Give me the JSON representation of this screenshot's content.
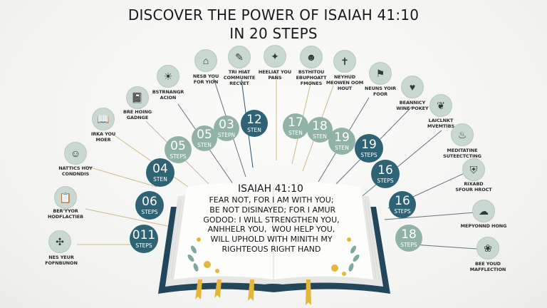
{
  "title": {
    "line1": "DISCOVER THE POWER OF ISAIAH 41:10",
    "line2": "IN 20 STEPS"
  },
  "verse": {
    "reference": "ISAIAH 41:10",
    "lines": [
      "FEAR NOT, FOR I AM WITH YOU;",
      " BE NOT DISINAYED; FOR I AMUR",
      "GODOD: I WILL STRENGTHEN YOU,",
      "ANHHELR YOU,  WOU HELP YOU,",
      "WILL UPHOLD WITH MINITH MY",
      "RIGHTEOUS RIGHT HAND"
    ]
  },
  "colors": {
    "dark_teal": "#2d6375",
    "sage": "#90b3a6",
    "icon_bg": "#c9d8d0",
    "gold": "#e3b838",
    "book_cover": "#23465a"
  },
  "steps": [
    {
      "num": "011",
      "unit": "STEPS",
      "style": "dark"
    },
    {
      "num": "06",
      "unit": "STEPS",
      "style": "dark"
    },
    {
      "num": "04",
      "unit": "STEN",
      "style": "dark"
    },
    {
      "num": "05",
      "unit": "STEPS",
      "style": "light"
    },
    {
      "num": "05",
      "unit": "STEN",
      "style": "light"
    },
    {
      "num": "03",
      "unit": "STEPN",
      "style": "light"
    },
    {
      "num": "12",
      "unit": "STEN",
      "style": "dark"
    },
    {
      "num": "17",
      "unit": "STEN",
      "style": "light"
    },
    {
      "num": "18",
      "unit": "STEN",
      "style": "light"
    },
    {
      "num": "19",
      "unit": "STEN",
      "style": "light"
    },
    {
      "num": "19",
      "unit": "STEPS",
      "style": "dark"
    },
    {
      "num": "16",
      "unit": "STEPS",
      "style": "dark"
    },
    {
      "num": "16",
      "unit": "STEPS",
      "style": "dark"
    },
    {
      "num": "18",
      "unit": "STEPS",
      "style": "light"
    }
  ],
  "icons": [
    {
      "icon": "compass-icon",
      "glyph": "✣",
      "label": "NES YEUR\nFOFNBUNON"
    },
    {
      "icon": "clipboard-icon",
      "glyph": "📋",
      "label": "BER'YYOR\nHODFLACTIEB"
    },
    {
      "icon": "praying-person-icon",
      "glyph": "☺",
      "label": "NATTICS HOY\nCONDNDIS"
    },
    {
      "icon": "open-book-icon",
      "glyph": "📖",
      "label": "IRKA YOU\nMOER"
    },
    {
      "icon": "journal-icon",
      "glyph": "📓",
      "label": "BRE HOING\nGADNGE"
    },
    {
      "icon": "person-radiant-icon",
      "glyph": "☀",
      "label": "BSTRNANGR\nACION"
    },
    {
      "icon": "house-icon",
      "glyph": "⌂",
      "label": "NESB YOU\nFOR YION"
    },
    {
      "icon": "document-icon",
      "glyph": "✎",
      "label": "TRI HIAT\nCOMMUNITE\nRECVET"
    },
    {
      "icon": "bible-icon",
      "glyph": "✦",
      "label": "HEELIAT YOU\nPANS"
    },
    {
      "icon": "head-profile-icon",
      "glyph": "☻",
      "label": "BSTHITOU\nEBUPHOATT\nFMONES"
    },
    {
      "icon": "cross-people-icon",
      "glyph": "✝",
      "label": "NEYHUD\nMEOWEN OOM\nHOUT"
    },
    {
      "icon": "community-icon",
      "glyph": "⚑",
      "label": "NEUNS YOIR\nFOOR"
    },
    {
      "icon": "family-icon",
      "glyph": "♥",
      "label": "BEANNICY\nWINE POKEY"
    },
    {
      "icon": "hands-book-icon",
      "glyph": "❦",
      "label": "LAICLNKT\nMVEMTIBS"
    },
    {
      "icon": "meditation-icon",
      "glyph": "♨",
      "label": "MEDITATINE\nSUTEECTCTING"
    },
    {
      "icon": "shield-icon",
      "glyph": "⛨",
      "label": "RIXABD\nSFOUR HROCT"
    },
    {
      "icon": "person-cloud-icon",
      "glyph": "☁",
      "label": "MEPYONND HONG"
    },
    {
      "icon": "reflection-icon",
      "glyph": "❀",
      "label": "BEE YOUD\nMAFFLECTION"
    }
  ]
}
